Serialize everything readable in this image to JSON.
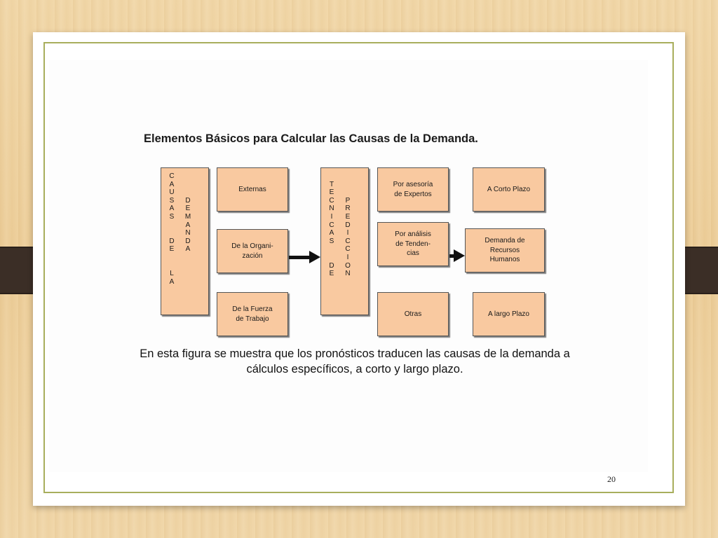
{
  "slide": {
    "title": "Elementos Básicos para Calcular las Causas de la Demanda.",
    "caption_line1": "En esta figura se muestra que los pronósticos traducen las causas de la demanda a",
    "caption_line2": "cálculos específicos, a corto y largo plazo.",
    "page_number": "20"
  },
  "diagram": {
    "causas_col1": [
      "C",
      "A",
      "U",
      "S",
      "A",
      "S",
      "",
      "",
      "D",
      "E",
      "",
      "",
      "L",
      "A"
    ],
    "causas_col2": [
      "",
      "",
      "",
      "D",
      "E",
      "M",
      "A",
      "N",
      "D",
      "A"
    ],
    "tecnicas_col1": [
      "",
      "T",
      "E",
      "C",
      "N",
      "I",
      "C",
      "A",
      "S",
      "",
      "",
      "D",
      "E"
    ],
    "tecnicas_col2": [
      "",
      "",
      "",
      "P",
      "R",
      "E",
      "D",
      "I",
      "C",
      "C",
      "I",
      "O",
      "N"
    ],
    "causas": [
      "Externas",
      "De la Organi-\nzación",
      "De la Fuerza\nde Trabajo"
    ],
    "tecnicas": [
      "Por asesoría\nde Expertos",
      "Por análisis\nde Tenden-\ncias",
      "Otras"
    ],
    "resultados": [
      "A Corto Plazo",
      "Demanda de\nRecursos\nHumanos",
      "A largo Plazo"
    ]
  }
}
